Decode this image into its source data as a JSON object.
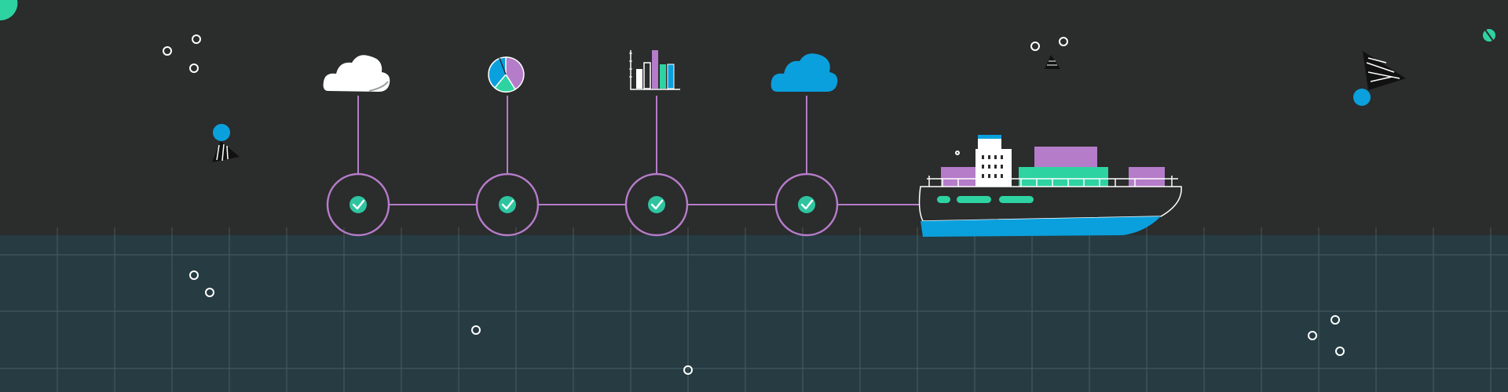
{
  "scene": {
    "description_hidden": "",
    "colors": {
      "sky": "#2b2c2c",
      "sea": "#263c42",
      "grid": "#6b8a8a",
      "connector": "#b57cc9",
      "check": "#2ec4a0",
      "accent_blue": "#0aa0dd",
      "accent_green": "#2ed3a2",
      "accent_purple": "#b57cc9",
      "white": "#ffffff",
      "ship_hull": "#2b2c2c",
      "ship_hull_stroke": "#ffffff",
      "ship_waterline": "#0aa0dd"
    },
    "steps": [
      {
        "icon": "white-cloud-icon",
        "status": "complete"
      },
      {
        "icon": "pie-chart-icon",
        "status": "complete"
      },
      {
        "icon": "bar-chart-icon",
        "status": "complete"
      },
      {
        "icon": "blue-cloud-icon",
        "status": "complete"
      }
    ],
    "ship": {
      "icon": "cargo-ship-icon"
    }
  }
}
